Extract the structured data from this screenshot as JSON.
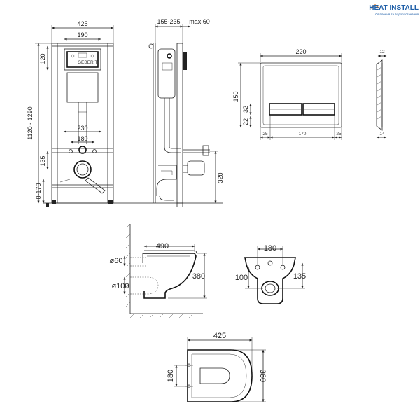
{
  "brand": {
    "name": "HEAT INSTALL",
    "tagline": "Опалення та водопостачання"
  },
  "frame_front": {
    "width": "425",
    "inner_width": "190",
    "height_range": "1120 - 1290",
    "top_offset": "120",
    "pipe_spacing": "230",
    "bolt_spacing": "180",
    "drain_height": "135",
    "leg_range": "0-170"
  },
  "frame_side": {
    "depth_range": "155-235",
    "max_wall": "max 60",
    "outlet_height": "320"
  },
  "flush_plate_front": {
    "width": "220",
    "height": "150",
    "button_offset": "32",
    "button_height": "22",
    "margin_left": "25",
    "buttons_width": "170",
    "margin_right": "25"
  },
  "flush_plate_side": {
    "thickness": "12",
    "depth": "14"
  },
  "bowl_side": {
    "length": "490",
    "inlet_diameter": "ø60",
    "outlet_diameter": "ø100",
    "height": "380"
  },
  "bowl_back": {
    "bolt_spacing": "180",
    "outlet_height": "100",
    "inlet_height": "135"
  },
  "bowl_top": {
    "width": "425",
    "bolt_spacing": "180",
    "depth": "360"
  }
}
